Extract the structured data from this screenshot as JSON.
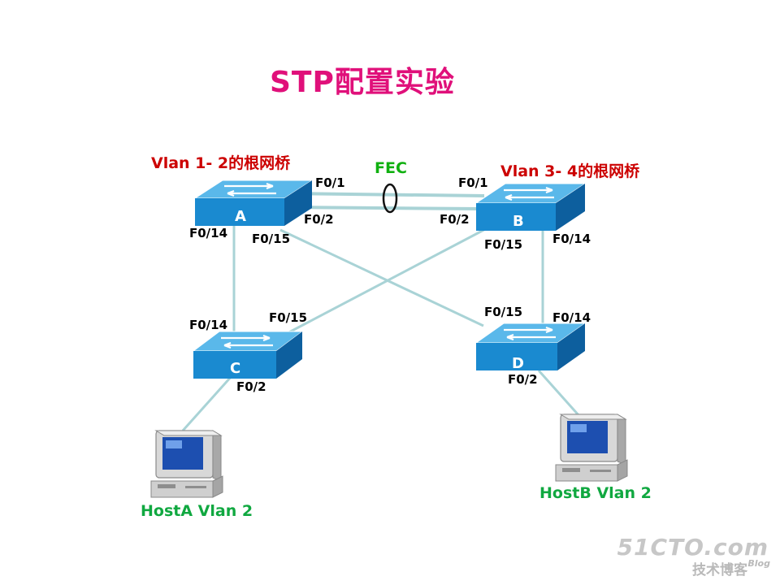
{
  "title": "STP配置实验",
  "root_labels": {
    "a": "Vlan 1- 2的根网桥",
    "b": "Vlan 3- 4的根网桥"
  },
  "fec_label": "FEC",
  "switches": {
    "a": "A",
    "b": "B",
    "c": "C",
    "d": "D"
  },
  "ports": {
    "a_f01": "F0/1",
    "a_f02": "F0/2",
    "a_f014": "F0/14",
    "a_f015": "F0/15",
    "b_f01": "F0/1",
    "b_f02": "F0/2",
    "b_f014": "F0/14",
    "b_f015": "F0/15",
    "c_f014": "F0/14",
    "c_f015": "F0/15",
    "c_f02": "F0/2",
    "d_f015": "F0/15",
    "d_f014": "F0/14",
    "d_f02": "F0/2"
  },
  "hosts": {
    "a": "HostA Vlan 2",
    "b": "HostB Vlan 2"
  },
  "watermark": {
    "main": "51CTO.com",
    "sub": "技术博客",
    "blog": "Blog"
  },
  "colors": {
    "title": "#e0107a",
    "root_label": "#cc0000",
    "fec": "#10b010",
    "host_label": "#10a840",
    "switch_front": "#1a8ad0",
    "switch_top": "#5ab8ea",
    "link": "#a9d3d6"
  },
  "links": [
    {
      "from": "A",
      "to": "B",
      "port_from": "F0/1",
      "port_to": "F0/1"
    },
    {
      "from": "A",
      "to": "B",
      "port_from": "F0/2",
      "port_to": "F0/2"
    },
    {
      "from": "A",
      "to": "C",
      "port_from": "F0/14",
      "port_to": "F0/14"
    },
    {
      "from": "A",
      "to": "D",
      "port_from": "F0/15",
      "port_to": "F0/15"
    },
    {
      "from": "B",
      "to": "C",
      "port_from": "F0/15",
      "port_to": "F0/15"
    },
    {
      "from": "B",
      "to": "D",
      "port_from": "F0/14",
      "port_to": "F0/14"
    },
    {
      "from": "C",
      "to": "HostA",
      "port_from": "F0/2"
    },
    {
      "from": "D",
      "to": "HostB",
      "port_from": "F0/2"
    }
  ]
}
